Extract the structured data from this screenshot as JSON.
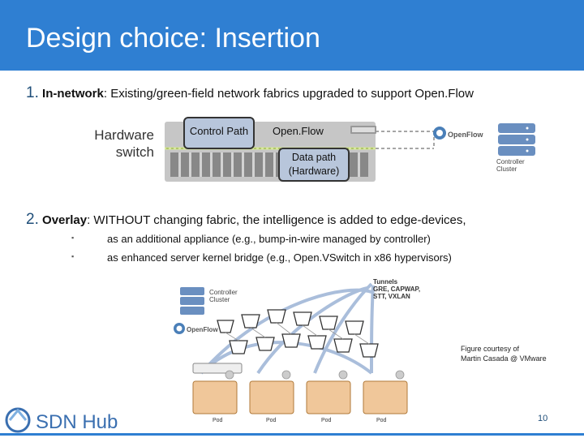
{
  "slide": {
    "title": "Design choice: Insertion",
    "page_number": "10"
  },
  "item1": {
    "number": "1.",
    "term": "In-network",
    "text": ": Existing/green-field network fabrics upgraded to support Open.Flow"
  },
  "diagram1": {
    "hw_label_line1": "Hardware",
    "hw_label_line2": "switch",
    "control_path": "Control Path",
    "openflow": "Open.Flow",
    "data_path_line1": "Data path",
    "data_path_line2": "(Hardware)",
    "openflow_logo": "OpenFlow",
    "controller_line1": "Controller",
    "controller_line2": "Cluster"
  },
  "item2": {
    "number": "2.",
    "term": "Overlay",
    "text": ": WITHOUT changing fabric, the intelligence is added to edge-devices,"
  },
  "bullets": [
    "as an additional appliance (e.g., bump-in-wire managed by controller)",
    "as enhanced server kernel bridge (e.g., Open.VSwitch in x86 hypervisors)"
  ],
  "diagram2": {
    "controller_line1": "Controller",
    "controller_line2": "Cluster",
    "openflow_logo": "OpenFlow",
    "tunnels_line1": "Tunnels",
    "tunnels_line2": "GRE, CAPWAP,",
    "tunnels_line3": "STT, VXLAN",
    "pods": [
      "Pod",
      "Pod",
      "Pod",
      "Pod"
    ]
  },
  "credit": {
    "line1": "Figure courtesy of",
    "line2": "Martin Casada @ VMware"
  },
  "footer": {
    "brand": "SDN Hub"
  },
  "colors": {
    "title_bar": "#2f7fd2",
    "box_fill": "#b8c6db",
    "brand": "#3a6fb0"
  }
}
